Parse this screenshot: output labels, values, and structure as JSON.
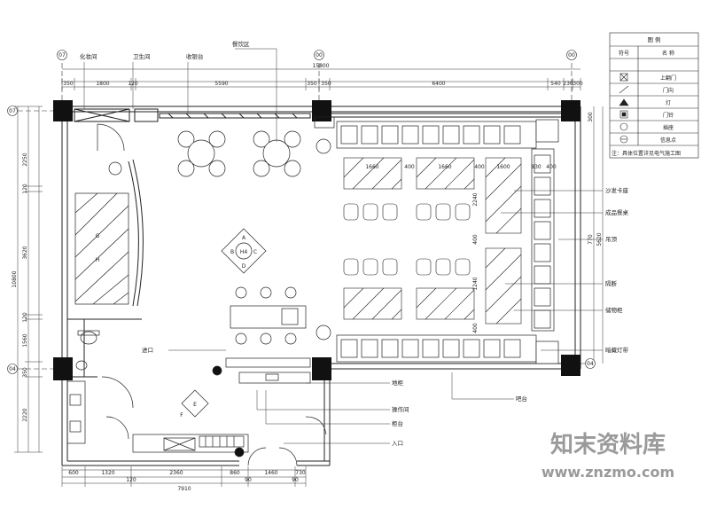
{
  "dims_top": {
    "overall": "15800",
    "segments": [
      "350",
      "1800",
      "120",
      "5590",
      "350",
      "350",
      "6400",
      "540",
      "230",
      "300"
    ]
  },
  "dims_bottom": {
    "segments": [
      "600",
      "1320",
      "2360",
      "860",
      "1460",
      "730"
    ],
    "sub": [
      "120",
      "90",
      "90"
    ],
    "overall": "7910"
  },
  "dims_left": {
    "overall": "10800",
    "segments": [
      "2250",
      "120",
      "3620",
      "120",
      "1560",
      "350",
      "2220"
    ]
  },
  "dims_right": {
    "overall": "5620",
    "segments": [
      "300",
      "770"
    ]
  },
  "table_dims": {
    "top_row": [
      "1660",
      "400",
      "1660",
      "400",
      "1600"
    ],
    "right_col": [
      "830",
      "400"
    ],
    "vertical": [
      "2240",
      "400",
      "1240",
      "400"
    ]
  },
  "axes": [
    "07",
    "07",
    "00",
    "00",
    "04",
    "04"
  ],
  "legend": {
    "title": "图 例",
    "col_symbol": "符号",
    "col_name": "名 称",
    "rows": [
      "上翻门",
      "门向",
      "灯",
      "门铃",
      "插座",
      "信息点"
    ],
    "note": "注：具体位置详见电气施工图"
  },
  "callouts_top": [
    "化妆间",
    "卫生间",
    "收银台",
    "餐饮区"
  ],
  "callouts_right": [
    "沙发卡座",
    "成品餐桌",
    "吊顶",
    "隔断",
    "储物柜",
    "暗藏灯带"
  ],
  "callouts_inner": [
    "地柜",
    "吧台",
    "操作间",
    "柜台",
    "进口",
    "入口"
  ],
  "elevation_marks": [
    "A",
    "B",
    "C",
    "D",
    "E",
    "F",
    "G",
    "H"
  ],
  "elevation_sheet": "H4",
  "watermark": {
    "cn": "知末资料库",
    "url": "www.znzmo.com"
  }
}
